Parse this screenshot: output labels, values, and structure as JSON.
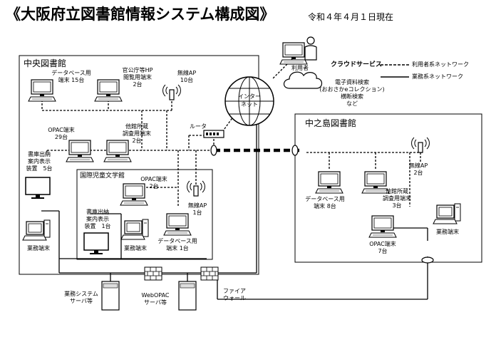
{
  "title": {
    "main": "《大阪府立図書館情報システム構成図》",
    "date": "令和４年４月１日現在"
  },
  "legend": {
    "cloud_service": "クラウドサービス",
    "user_network": "利用者系ネットワーク",
    "business_network": "業務系ネットワーク"
  },
  "top": {
    "user": "利用者",
    "internet": [
      "インター",
      "ネット"
    ],
    "router": "ルータ",
    "cloud_items": [
      "電子資料検索",
      "(おおさかeコレクション)",
      "横断検索",
      "など"
    ]
  },
  "central": {
    "name": "中央図書館",
    "db_terminal": [
      "データベース用",
      "端末 15台"
    ],
    "gov_hp": [
      "官公庁等HP",
      "閲覧用端末",
      "2台"
    ],
    "wifi": [
      "無線AP",
      "10台"
    ],
    "opac": [
      "OPAC端末",
      "29台"
    ],
    "other_lib": [
      "他館所蔵",
      "調査用端末",
      "2台"
    ],
    "stack_display": [
      "書庫出納",
      "案内表示",
      "装置　5台"
    ],
    "business_terminal": "業務端末"
  },
  "kids": {
    "name": "国際児童文学館",
    "opac": [
      "OPAC端末",
      "2台"
    ],
    "wifi": [
      "無線AP",
      "1台"
    ],
    "stack_display": [
      "書庫出納",
      "案内表示",
      "装置　1台"
    ],
    "business_terminal": "業務端末",
    "db_terminal": [
      "データベース用",
      "端末 1台"
    ]
  },
  "nakanoshima": {
    "name": "中之島図書館",
    "wifi": [
      "無線AP",
      "2台"
    ],
    "db_terminal": [
      "データベース用",
      "端末 8台"
    ],
    "other_lib": [
      "他館所蔵",
      "調査用端末",
      "3台"
    ],
    "opac": [
      "OPAC端末",
      "7台"
    ],
    "business_terminal": "業務端末"
  },
  "servers": {
    "business": [
      "業務システム",
      "サーバ等"
    ],
    "webopac": [
      "WebOPAC",
      "サーバ等"
    ],
    "firewall": [
      "ファイア",
      "ウォール"
    ]
  }
}
